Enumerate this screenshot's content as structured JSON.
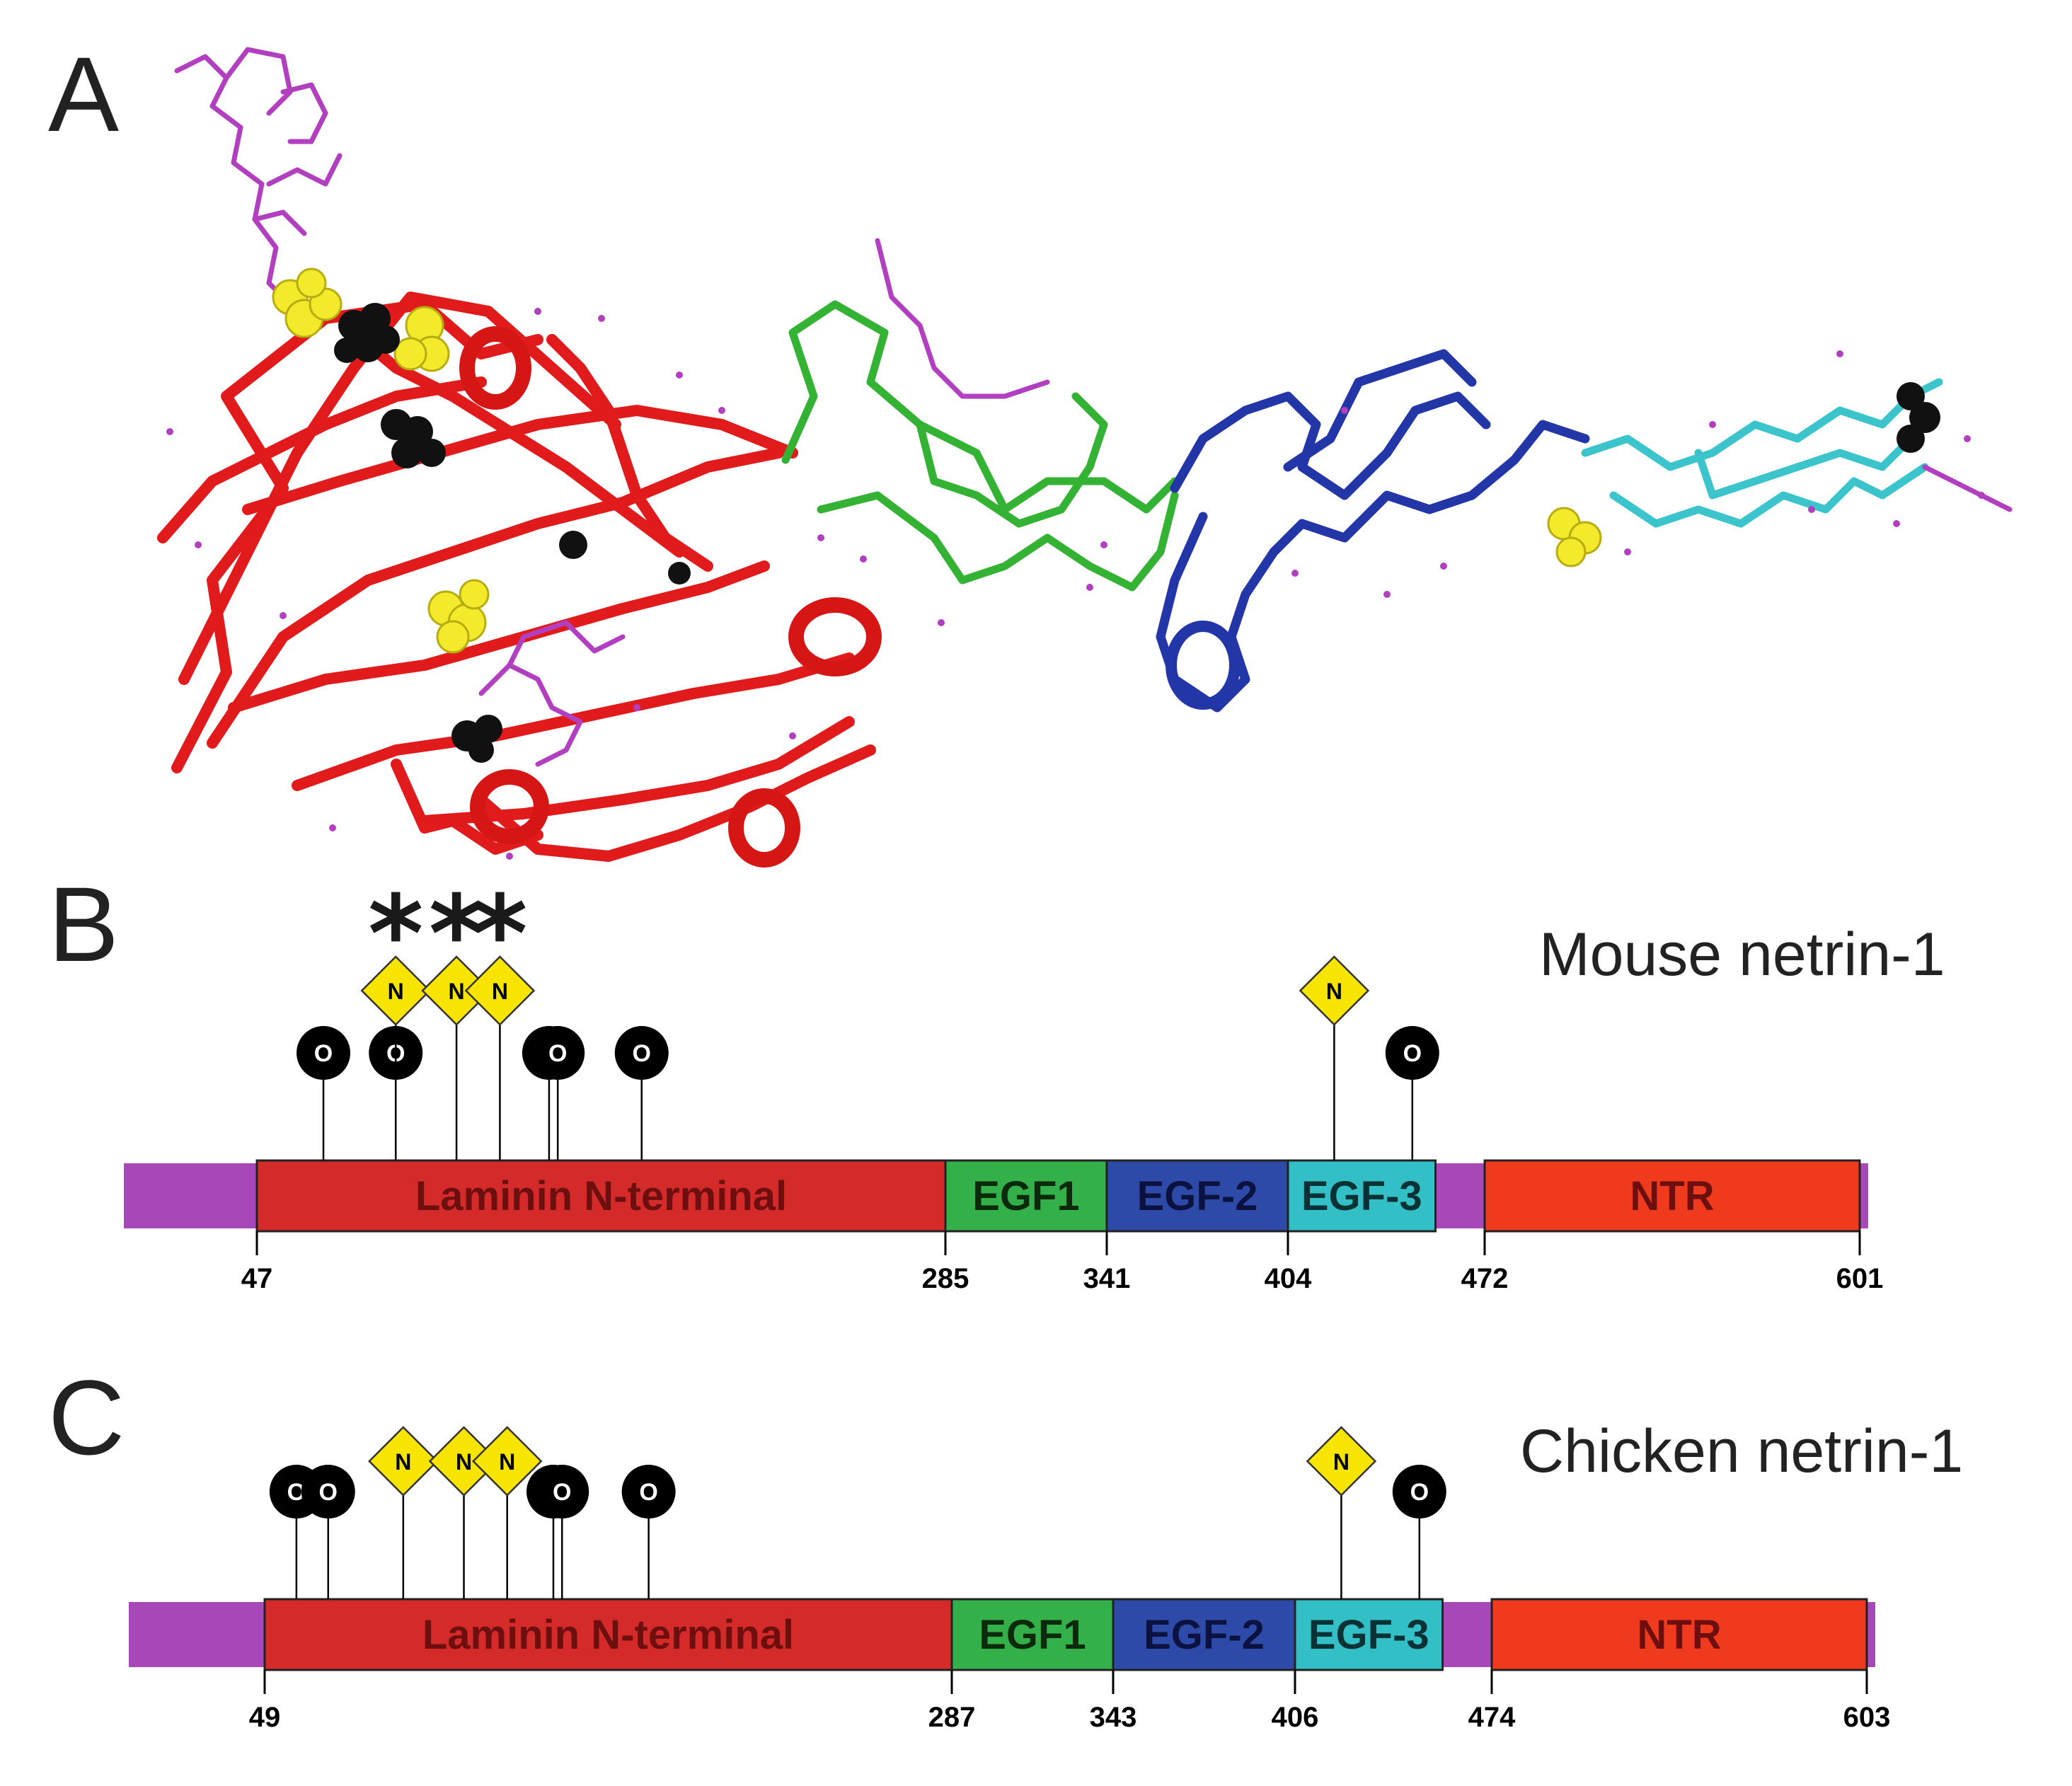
{
  "panels": {
    "a": {
      "letter": "A"
    },
    "b": {
      "letter": "B",
      "species": "Mouse netrin-1"
    },
    "c": {
      "letter": "C",
      "species": "Chicken netrin-1"
    }
  },
  "structure_colors": {
    "laminin": "#e11b1b",
    "egf1": "#34b233",
    "egf2": "#2336a8",
    "egf3": "#3cc4cc",
    "glycan": "#b23fc0",
    "sphere_yellow": "#f2ea2a",
    "sphere_black": "#111111"
  },
  "glycosylation": {
    "n_symbol": "N",
    "o_symbol": "O",
    "n_color": "#f7e400",
    "o_color": "#000000",
    "highlight_mark": "*"
  },
  "mouse": {
    "protein_start": 0,
    "protein_end": 620,
    "tail_color": "#a848b8",
    "domains": [
      {
        "label": "Laminin N-terminal",
        "start": 47,
        "end": 285,
        "color": "#d42a2a",
        "text_color": "#6e0f0f"
      },
      {
        "label": "EGF1",
        "start": 285,
        "end": 341,
        "color": "#33b04a",
        "text_color": "#0b2a0b"
      },
      {
        "label": "EGF-2",
        "start": 341,
        "end": 404,
        "color": "#2e4aa8",
        "text_color": "#0b1240"
      },
      {
        "label": "EGF-3",
        "start": 404,
        "end": 455,
        "color": "#33bfc6",
        "text_color": "#083236"
      },
      {
        "label": "NTR",
        "start": 472,
        "end": 601,
        "color": "#ef3a1e",
        "text_color": "#6e0f0f"
      }
    ],
    "positions": [
      {
        "label": "47",
        "value": 47
      },
      {
        "label": "285",
        "value": 285
      },
      {
        "label": "341",
        "value": 341
      },
      {
        "label": "404",
        "value": 404
      },
      {
        "label": "472",
        "value": 472
      },
      {
        "label": "601",
        "value": 601
      }
    ],
    "n_sites": [
      {
        "pos": 95,
        "starred": true
      },
      {
        "pos": 116,
        "starred": true
      },
      {
        "pos": 131,
        "starred": true
      },
      {
        "pos": 420,
        "starred": false
      }
    ],
    "o_sites": [
      70,
      95,
      148,
      151,
      180,
      447
    ]
  },
  "chicken": {
    "protein_start": 0,
    "protein_end": 622,
    "tail_color": "#a848b8",
    "domains": [
      {
        "label": "Laminin N-terminal",
        "start": 49,
        "end": 287,
        "color": "#d42a2a",
        "text_color": "#6e0f0f"
      },
      {
        "label": "EGF1",
        "start": 287,
        "end": 343,
        "color": "#33b04a",
        "text_color": "#0b2a0b"
      },
      {
        "label": "EGF-2",
        "start": 343,
        "end": 406,
        "color": "#2e4aa8",
        "text_color": "#0b1240"
      },
      {
        "label": "EGF-3",
        "start": 406,
        "end": 457,
        "color": "#33bfc6",
        "text_color": "#083236"
      },
      {
        "label": "NTR",
        "start": 474,
        "end": 603,
        "color": "#ef3a1e",
        "text_color": "#6e0f0f"
      }
    ],
    "positions": [
      {
        "label": "49",
        "value": 49
      },
      {
        "label": "287",
        "value": 287
      },
      {
        "label": "343",
        "value": 343
      },
      {
        "label": "406",
        "value": 406
      },
      {
        "label": "474",
        "value": 474
      },
      {
        "label": "603",
        "value": 603
      }
    ],
    "n_sites": [
      {
        "pos": 97,
        "starred": false
      },
      {
        "pos": 118,
        "starred": false
      },
      {
        "pos": 133,
        "starred": false
      },
      {
        "pos": 422,
        "starred": false
      }
    ],
    "o_sites": [
      60,
      71,
      149,
      152,
      182,
      449
    ]
  }
}
